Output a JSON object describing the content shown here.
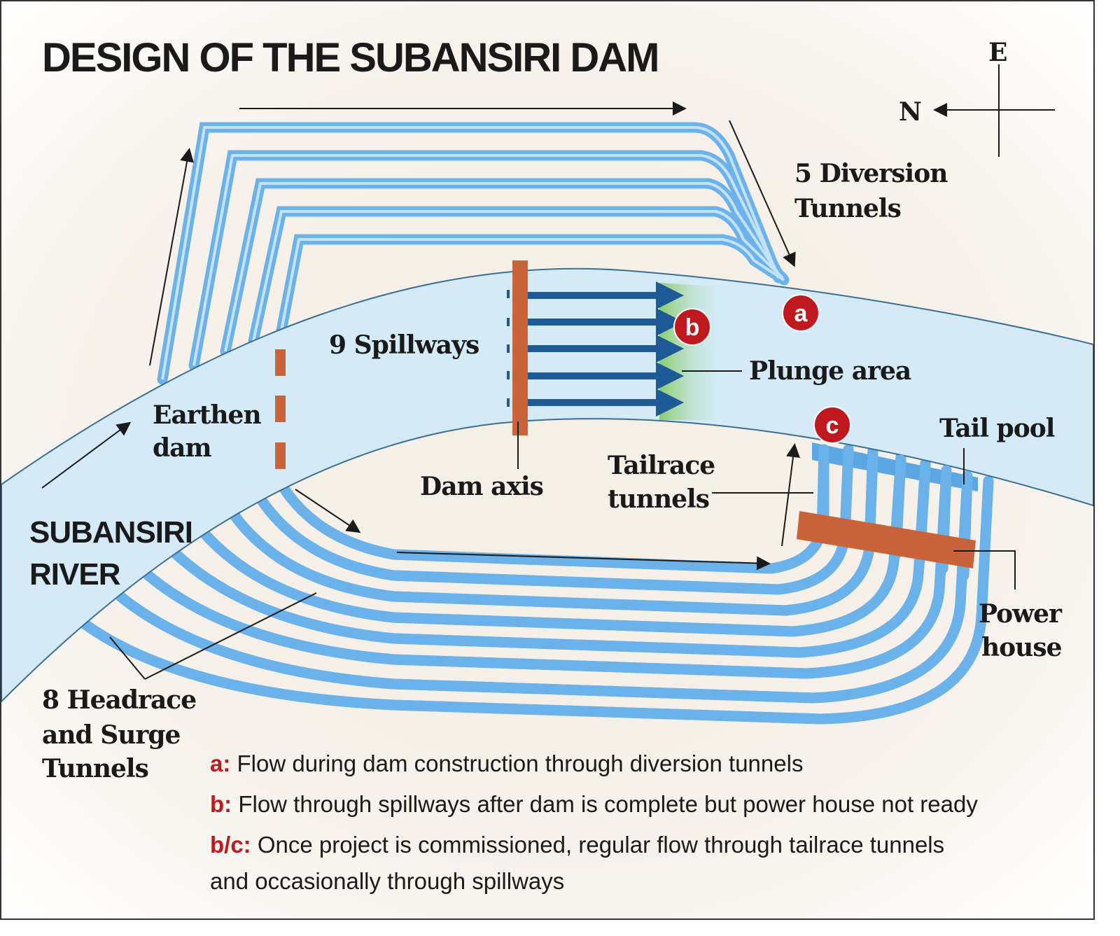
{
  "title": "DESIGN OF THE SUBANSIRI DAM",
  "compass": {
    "east": "E",
    "north": "N"
  },
  "labels": {
    "diversion": [
      "5 Diversion",
      "Tunnels"
    ],
    "spillways": "9 Spillways",
    "plunge": "Plunge area",
    "earthen": [
      "Earthen",
      "dam"
    ],
    "dam_axis": "Dam axis",
    "tailrace": [
      "Tailrace",
      "tunnels"
    ],
    "tail_pool": "Tail pool",
    "power_house": [
      "Power",
      "house"
    ],
    "river": [
      "SUBANSIRI",
      "RIVER"
    ],
    "headrace": [
      "8 Headrace",
      "and Surge",
      "Tunnels"
    ]
  },
  "markers": {
    "a": "a",
    "b": "b",
    "c": "c"
  },
  "legend": [
    {
      "key": "a:",
      "text": "Flow during dam construction through diversion tunnels"
    },
    {
      "key": "b:",
      "text": "Flow through spillways after dam is complete but power house not ready"
    },
    {
      "key": "b/c:",
      "text": "Once project is commissioned, regular flow through tailrace tunnels",
      "text2": "and occasionally through spillways"
    }
  ],
  "colors": {
    "river": "#d4ebf7",
    "tunnel": "#6cb2ea",
    "dam": "#c9643a",
    "marker": "#c0181f",
    "arrow": "#1d5a96",
    "plunge": "#8ccc6e"
  }
}
